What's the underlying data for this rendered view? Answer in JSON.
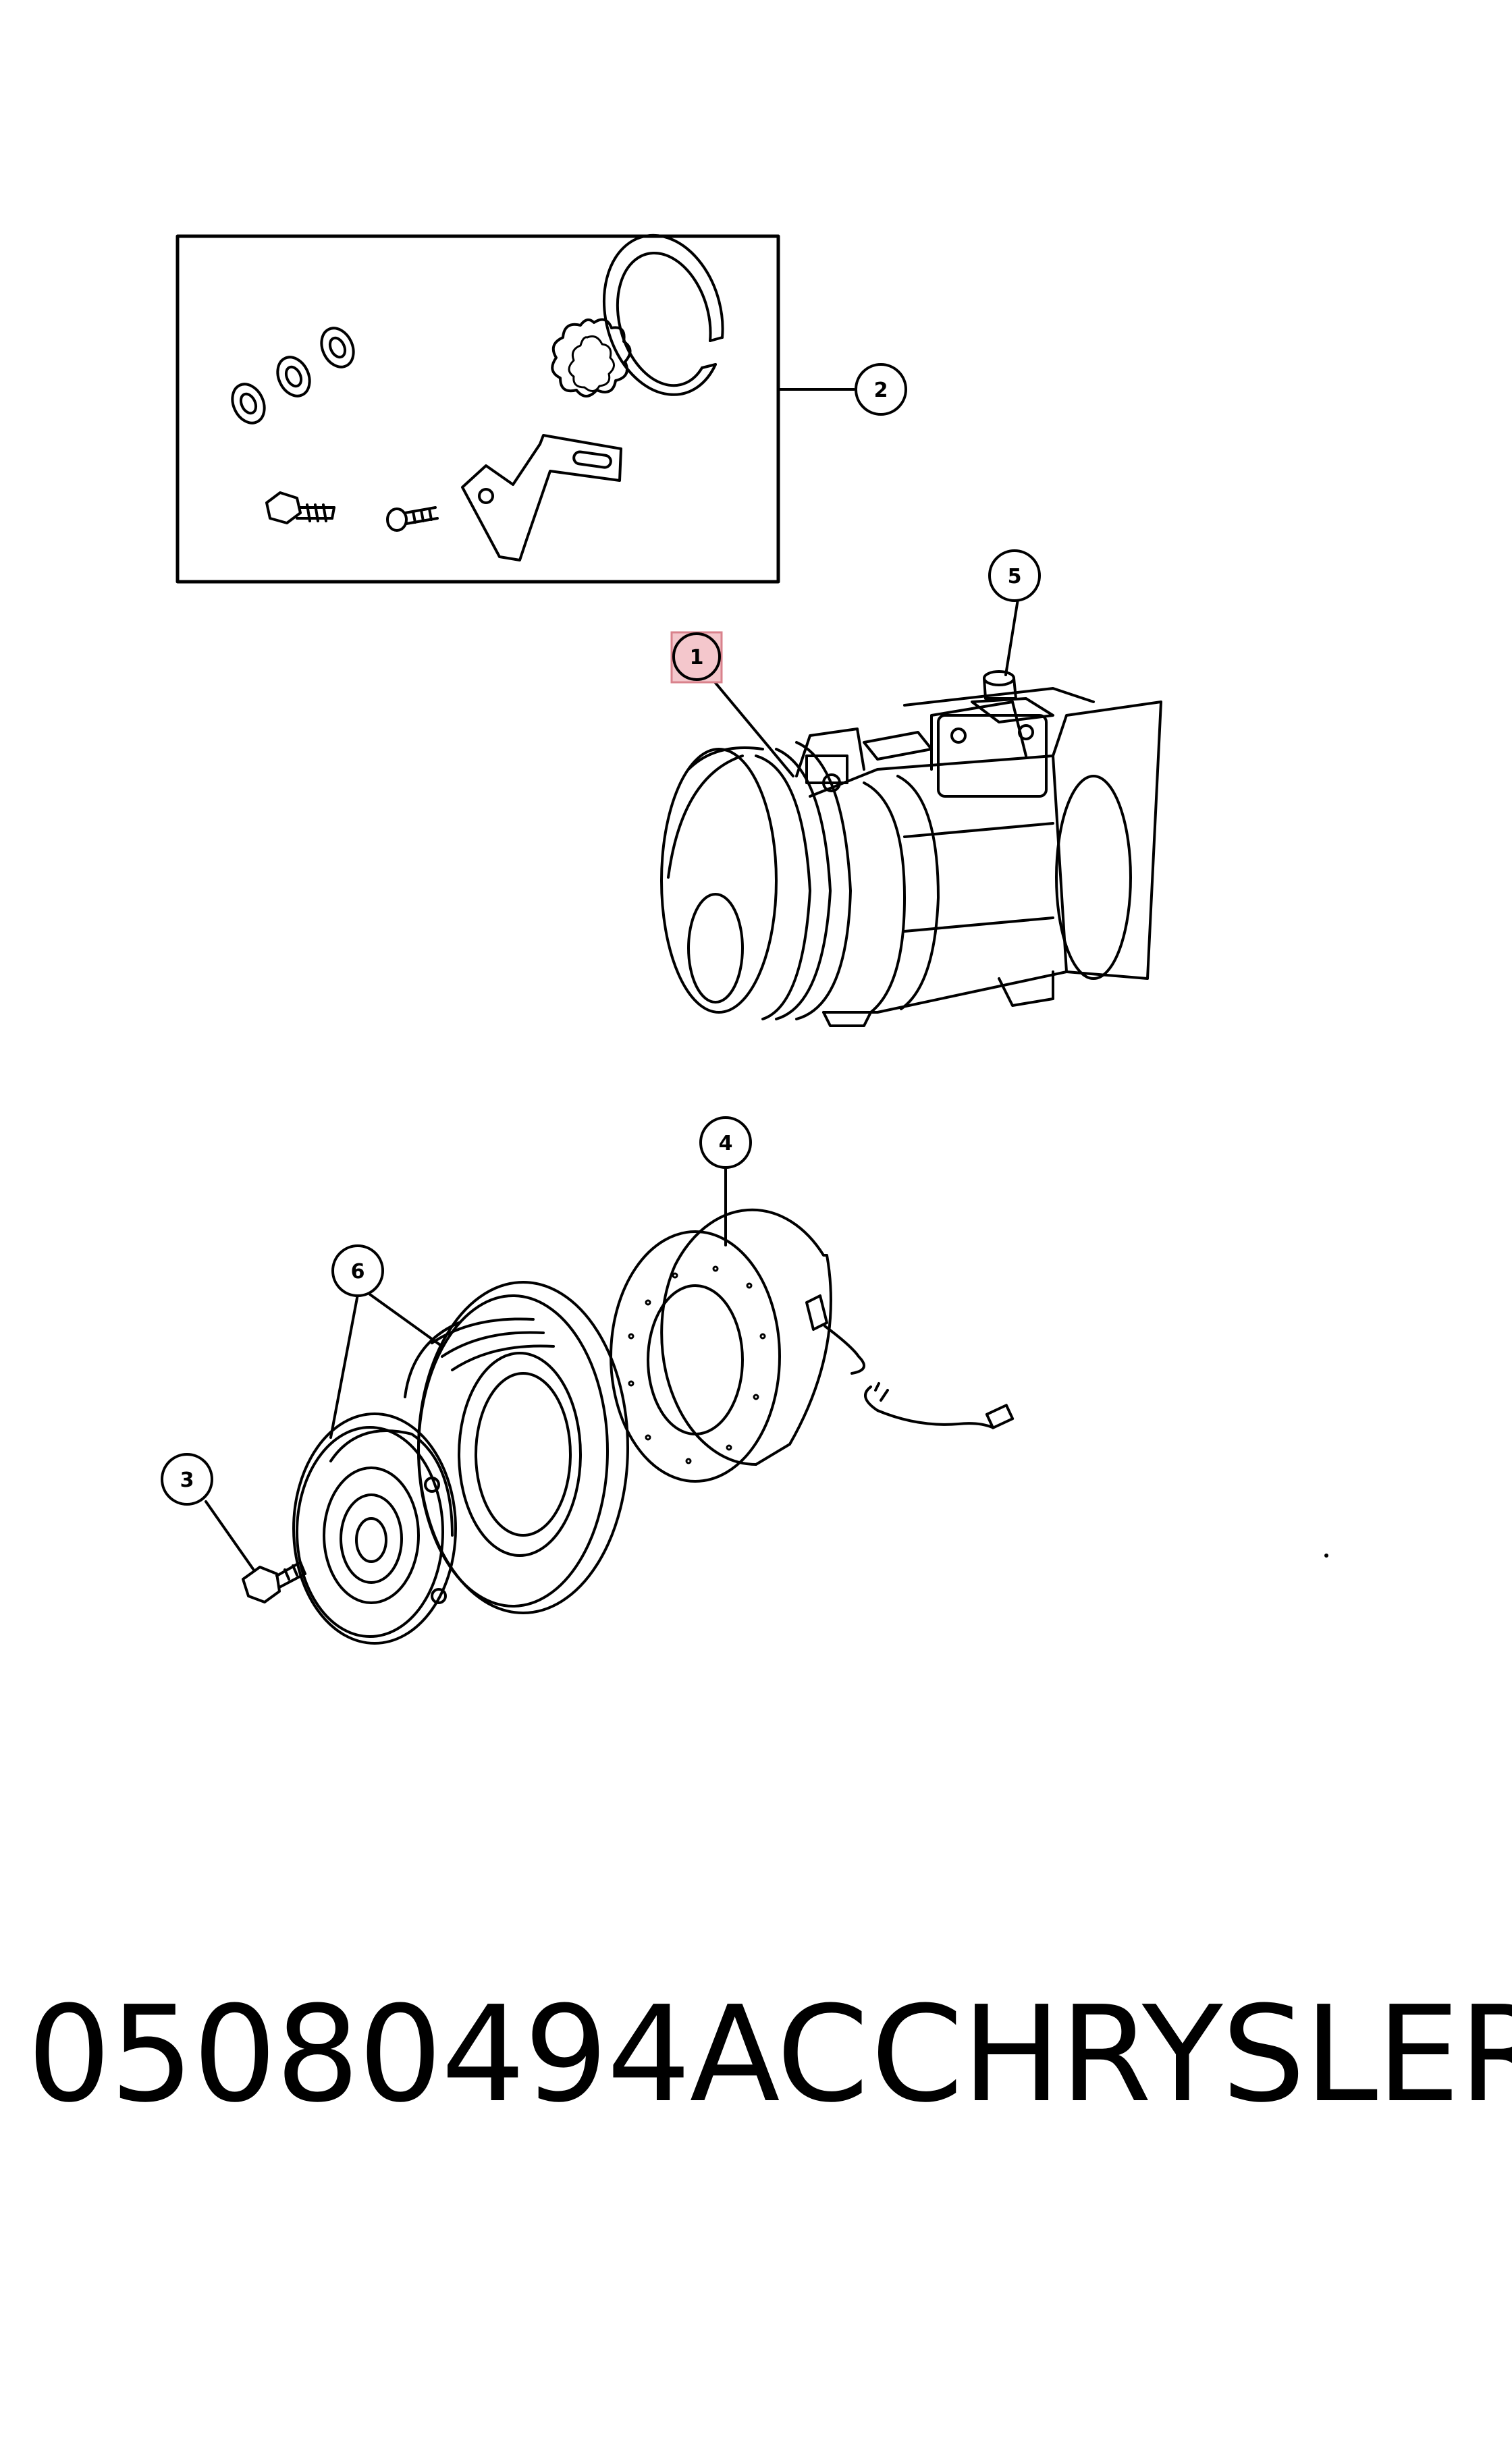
{
  "callouts": [
    {
      "id": "1",
      "label": "1",
      "highlighted": true
    },
    {
      "id": "2",
      "label": "2"
    },
    {
      "id": "3",
      "label": "3"
    },
    {
      "id": "4",
      "label": "4"
    },
    {
      "id": "5",
      "label": "5"
    },
    {
      "id": "6",
      "label": "6"
    }
  ],
  "footer": {
    "part_number": "05080494AC",
    "brand": "CHRYSLER"
  },
  "colors": {
    "line": "#000000",
    "highlight_fill": "#f4c7cc",
    "highlight_stroke": "#d9828c"
  }
}
